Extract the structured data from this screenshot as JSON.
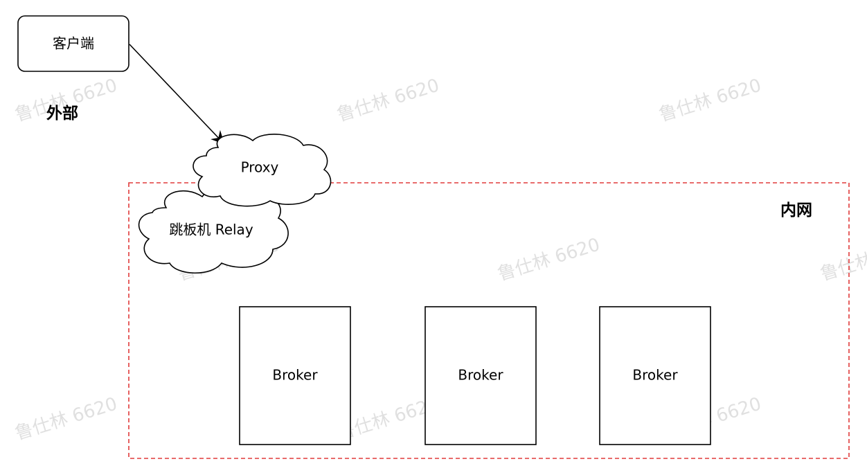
{
  "diagram": {
    "client_label": "客户端",
    "external_zone_label": "外部",
    "internal_zone_label": "内网",
    "proxy_label": "Proxy",
    "relay_label": "跳板机 Relay",
    "brokers": [
      {
        "label": "Broker"
      },
      {
        "label": "Broker"
      },
      {
        "label": "Broker"
      }
    ],
    "watermark": "鲁仕林 6620",
    "colors": {
      "internal_border": "#e03a3a",
      "stroke": "#000000"
    }
  }
}
